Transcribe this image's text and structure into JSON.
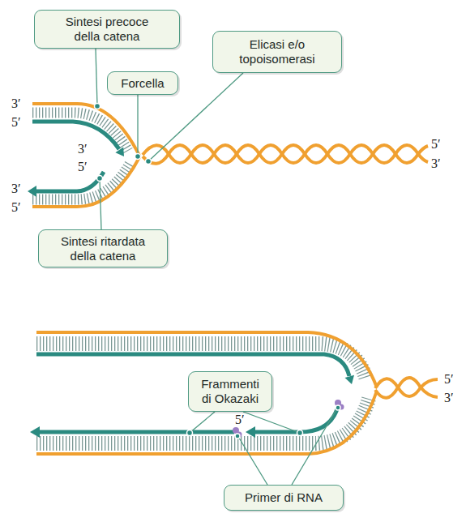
{
  "diagram": {
    "nodes": [
      {
        "text": [
          "Sintesi precoce della catena"
        ]
      },
      {
        "text": [
          "Elicasi e/o topoisomerasi"
        ]
      },
      {
        "text": [
          "Forcella"
        ]
      },
      {
        "text": [
          "Sintesi ritardata della catena"
        ]
      },
      {
        "text": [
          "Frammenti di Okazaki"
        ]
      },
      {
        "text": [
          "Primer di RNA"
        ]
      }
    ],
    "labels": [
      "3′",
      "5′",
      "5′",
      "3′",
      "3′",
      "5′",
      "3′",
      "5′",
      "5′",
      "3′",
      "5′"
    ]
  }
}
